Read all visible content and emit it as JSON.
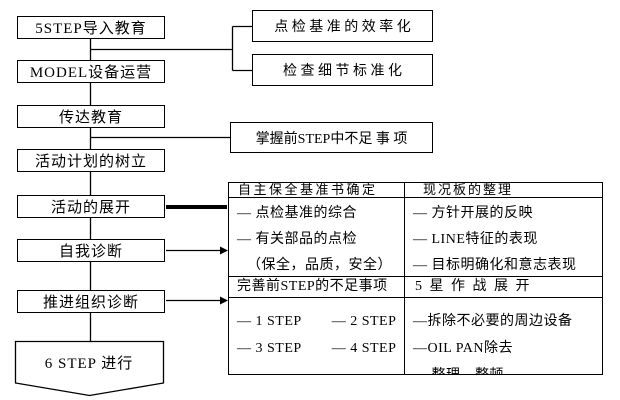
{
  "diagram": {
    "background_color": "#ffffff",
    "line_color": "#000000",
    "left_flow": [
      "5STEP导入教育",
      "MODEL设备运营",
      "传达教育",
      "活动计划的树立",
      "活动的展开",
      "自我诊断",
      "推进组织诊断"
    ],
    "terminal": "6 STEP 进行",
    "callouts": [
      "点 检 基 准 的 效 率 化",
      "检 查 细 节 标 准 化",
      "掌握前STEP中不足 事 项"
    ],
    "table": {
      "sections": [
        {
          "left_header": "自主保全基准书确定",
          "right_header": "现况板的整理",
          "left_items": [
            "— 点检基准的综合",
            "— 有关部品的点检",
            "（保全，品质，安全）"
          ],
          "right_items": [
            "— 方针开展的反映",
            "— LINE特征的表现",
            "— 目标明确化和意志表现"
          ]
        },
        {
          "left_header": "完善前STEP的不足事项",
          "right_header": "5 星 作 战 展 开",
          "left_items": [
            [
              "— 1 STEP",
              "— 2 STEP"
            ],
            [
              "— 3 STEP",
              "— 4 STEP"
            ]
          ],
          "right_items": [
            "—拆除不必要的周边设备",
            "—OIL PAN除去",
            "— 整理，整顿"
          ]
        }
      ]
    }
  }
}
